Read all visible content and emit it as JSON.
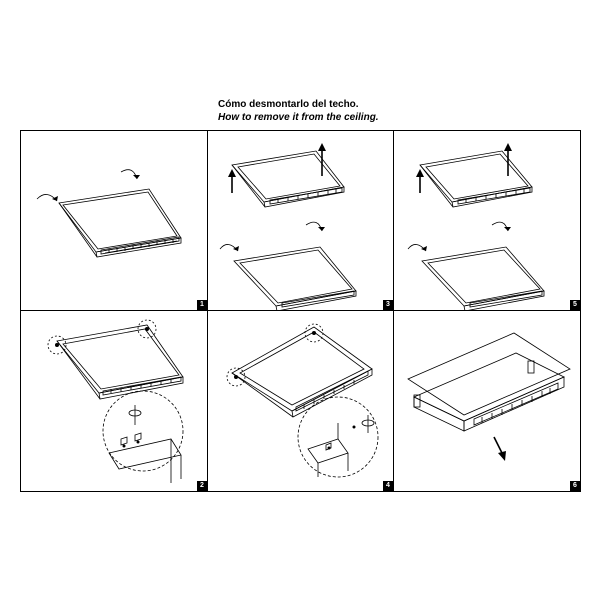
{
  "header": {
    "title": "Cómo desmontarlo del techo.",
    "subtitle": "How to remove it from the ceiling."
  },
  "steps": [
    {
      "number": "1",
      "row": 1,
      "col": 1,
      "content": "hands-lift-panel-edges"
    },
    {
      "number": "3",
      "row": 1,
      "col": 2,
      "content": "raise-frame-then-tilt"
    },
    {
      "number": "5",
      "row": 1,
      "col": 3,
      "content": "raise-frame-then-tilt"
    },
    {
      "number": "2",
      "row": 2,
      "col": 1,
      "content": "unscrew-top-corners"
    },
    {
      "number": "4",
      "row": 2,
      "col": 2,
      "content": "unscrew-side-corners"
    },
    {
      "number": "6",
      "row": 2,
      "col": 3,
      "content": "pull-luminaire-down"
    }
  ],
  "colors": {
    "line": "#000000",
    "background": "#ffffff",
    "badge": "#000000"
  }
}
